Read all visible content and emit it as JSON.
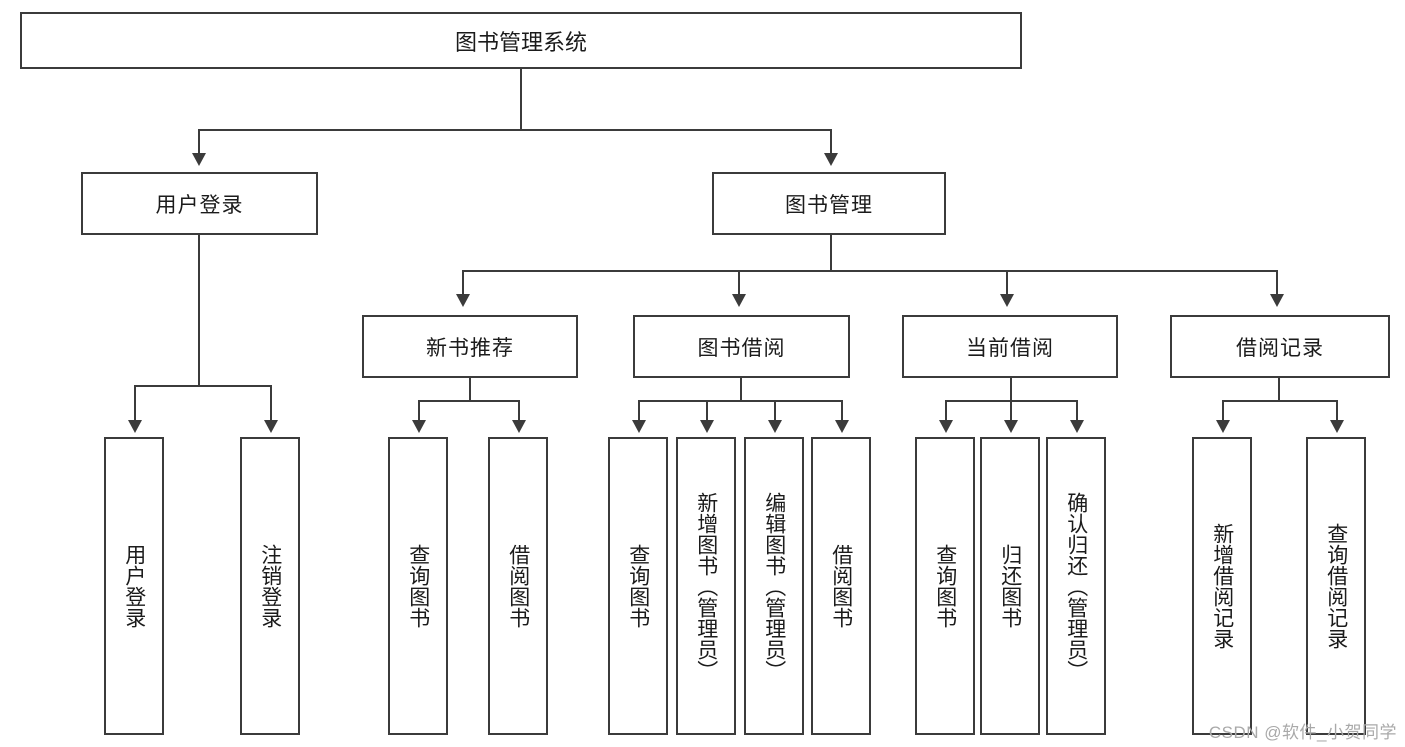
{
  "diagram": {
    "type": "tree",
    "title": "图书管理系统",
    "root": {
      "label": "图书管理系统"
    },
    "level2": [
      {
        "label": "用户登录"
      },
      {
        "label": "图书管理"
      }
    ],
    "level3": [
      {
        "label": "新书推荐"
      },
      {
        "label": "图书借阅"
      },
      {
        "label": "当前借阅"
      },
      {
        "label": "借阅记录"
      }
    ],
    "leaves": {
      "user_login": [
        {
          "label": "用户登录"
        },
        {
          "label": "注销登录"
        }
      ],
      "new_book_recommend": [
        {
          "label": "查询图书"
        },
        {
          "label": "借阅图书"
        }
      ],
      "book_borrow": [
        {
          "label": "查询图书"
        },
        {
          "label": "新增图书（管理员）"
        },
        {
          "label": "编辑图书（管理员）"
        },
        {
          "label": "借阅图书"
        }
      ],
      "current_borrow": [
        {
          "label": "查询图书"
        },
        {
          "label": "归还图书"
        },
        {
          "label": "确认归还（管理员）"
        }
      ],
      "borrow_record": [
        {
          "label": "新增借阅记录"
        },
        {
          "label": "查询借阅记录"
        }
      ]
    }
  },
  "watermark": {
    "text": "CSDN @软件_小贺同学"
  },
  "colors": {
    "border": "#3b3b3b",
    "text": "#1b1b1b",
    "background": "#ffffff",
    "watermark": "#a9a9a9"
  }
}
